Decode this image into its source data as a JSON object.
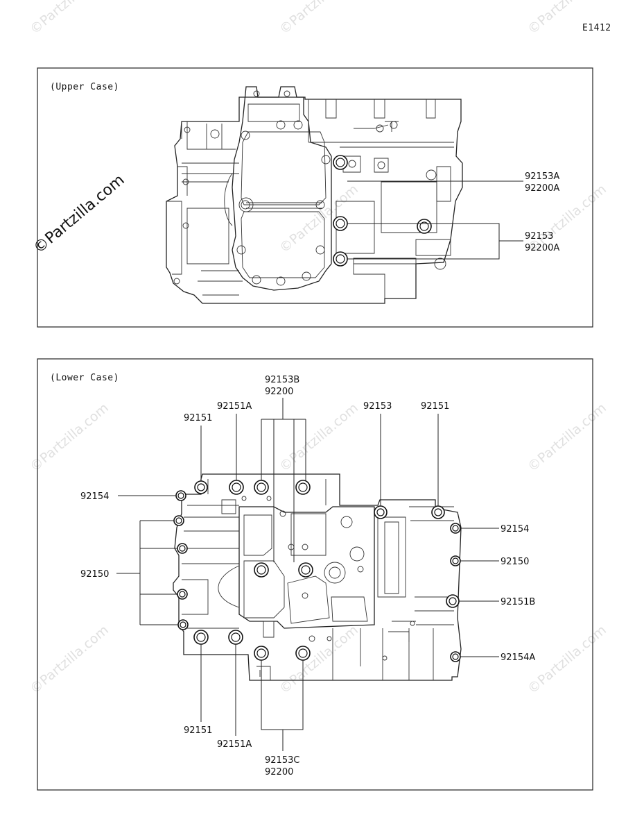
{
  "diagram_id": "E1412",
  "watermark": "©Partzilla.com",
  "upper_case": {
    "title": "(Upper Case)",
    "callouts": [
      {
        "line1": "92153A",
        "line2": "92200A"
      },
      {
        "line1": "92153",
        "line2": "92200A"
      }
    ]
  },
  "lower_case": {
    "title": "(Lower Case)",
    "callouts": {
      "top_center_1": "92153B",
      "top_center_2": "92200",
      "top_92151A": "92151A",
      "top_92151_left": "92151",
      "top_92153": "92153",
      "top_92151_right": "92151",
      "left_92154": "92154",
      "left_92150": "92150",
      "right_92154": "92154",
      "right_92150": "92150",
      "right_92151B": "92151B",
      "right_92154A": "92154A",
      "bottom_92151": "92151",
      "bottom_92151A": "92151A",
      "bottom_center_1": "92153C",
      "bottom_center_2": "92200"
    }
  }
}
